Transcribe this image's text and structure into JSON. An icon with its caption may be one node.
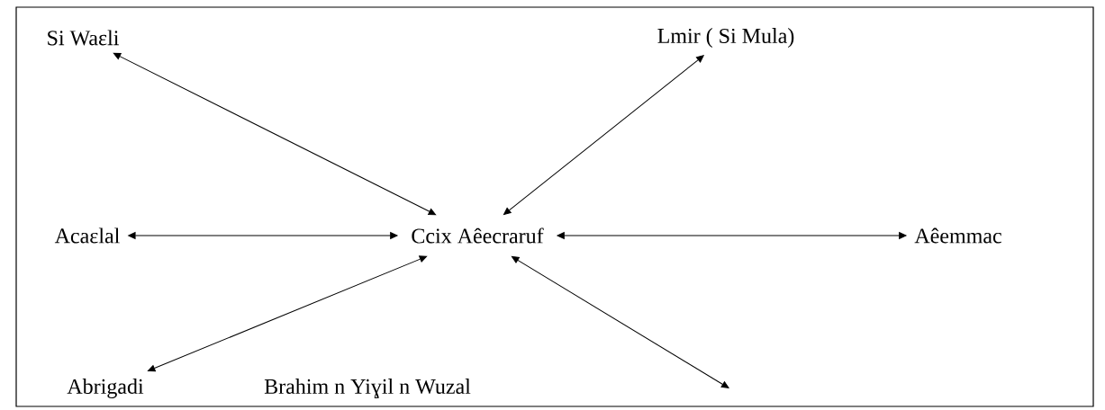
{
  "diagram": {
    "nodes": [
      {
        "text": [
          "Si Waɛli"
        ]
      },
      {
        "text": [
          "Lmir ( Si Mula)"
        ]
      },
      {
        "text": [
          "Acaɛlal"
        ]
      },
      {
        "text": [
          "Ccix Aêecraruf"
        ]
      },
      {
        "text": [
          "Aêemmac"
        ]
      },
      {
        "text": [
          "Abrigadi"
        ]
      },
      {
        "text": [
          "Brahim n Yiɣil n Wuzal"
        ]
      }
    ],
    "edges": [
      {
        "from": 3,
        "to": 0,
        "arrow": "both"
      },
      {
        "from": 3,
        "to": 1,
        "arrow": "both"
      },
      {
        "from": 3,
        "to": 2,
        "arrow": "both"
      },
      {
        "from": 3,
        "to": 4,
        "arrow": "both"
      },
      {
        "from": 3,
        "to": 5,
        "arrow": "both"
      },
      {
        "from": 3,
        "to": null,
        "arrow": "both"
      }
    ]
  }
}
